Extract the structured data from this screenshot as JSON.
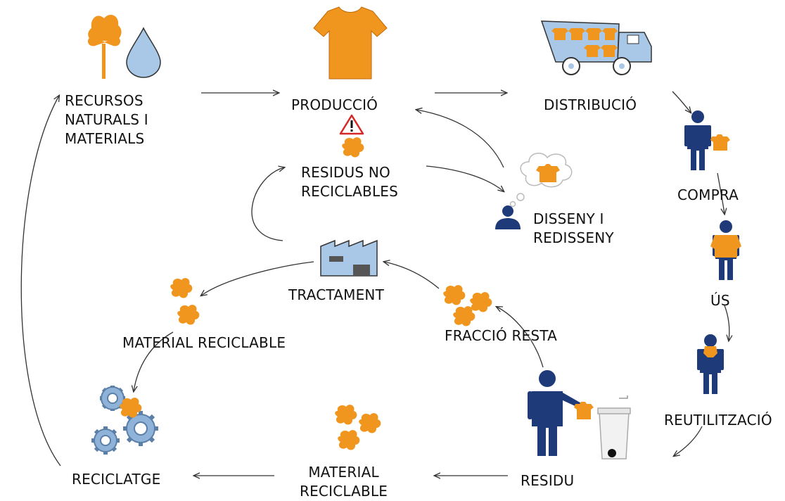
{
  "labels": {
    "recursos": [
      "RECURSOS",
      "NATURALS I",
      "MATERIALS"
    ],
    "produccio": "PRODUCCIÓ",
    "distribucio": "DISTRIBUCIÓ",
    "compra": "COMPRA",
    "us": "ÚS",
    "reutilitzacio": "REUTILITZACIÓ",
    "residu": "RESIDU",
    "material_reciclable_bottom": [
      "MATERIAL",
      "RECICLABLE"
    ],
    "reciclatge": "RECICLATGE",
    "material_reciclable_left": "MATERIAL RECICLABLE",
    "tractament": "TRACTAMENT",
    "fraccio_resta": "FRACCIÓ RESTA",
    "residus_no_reciclables": [
      "RESIDUS NO",
      "RECICLABLES"
    ],
    "disseny": [
      "DISSENY I",
      "REDISSENY"
    ]
  },
  "colors": {
    "orange": "#F0961E",
    "navy": "#1E3A78",
    "light_blue": "#A9C8E8",
    "gear_blue": "#8FB2D8",
    "arrow": "#333333",
    "warning_red": "#D62828"
  },
  "icons": [
    "cotton-flower-icon",
    "water-drop-icon",
    "tshirt-icon",
    "truck-icon",
    "warning-icon",
    "person-icon",
    "thought-bubble-icon",
    "factory-icon",
    "gears-icon",
    "trash-bin-icon",
    "textile-scrap-icon"
  ]
}
